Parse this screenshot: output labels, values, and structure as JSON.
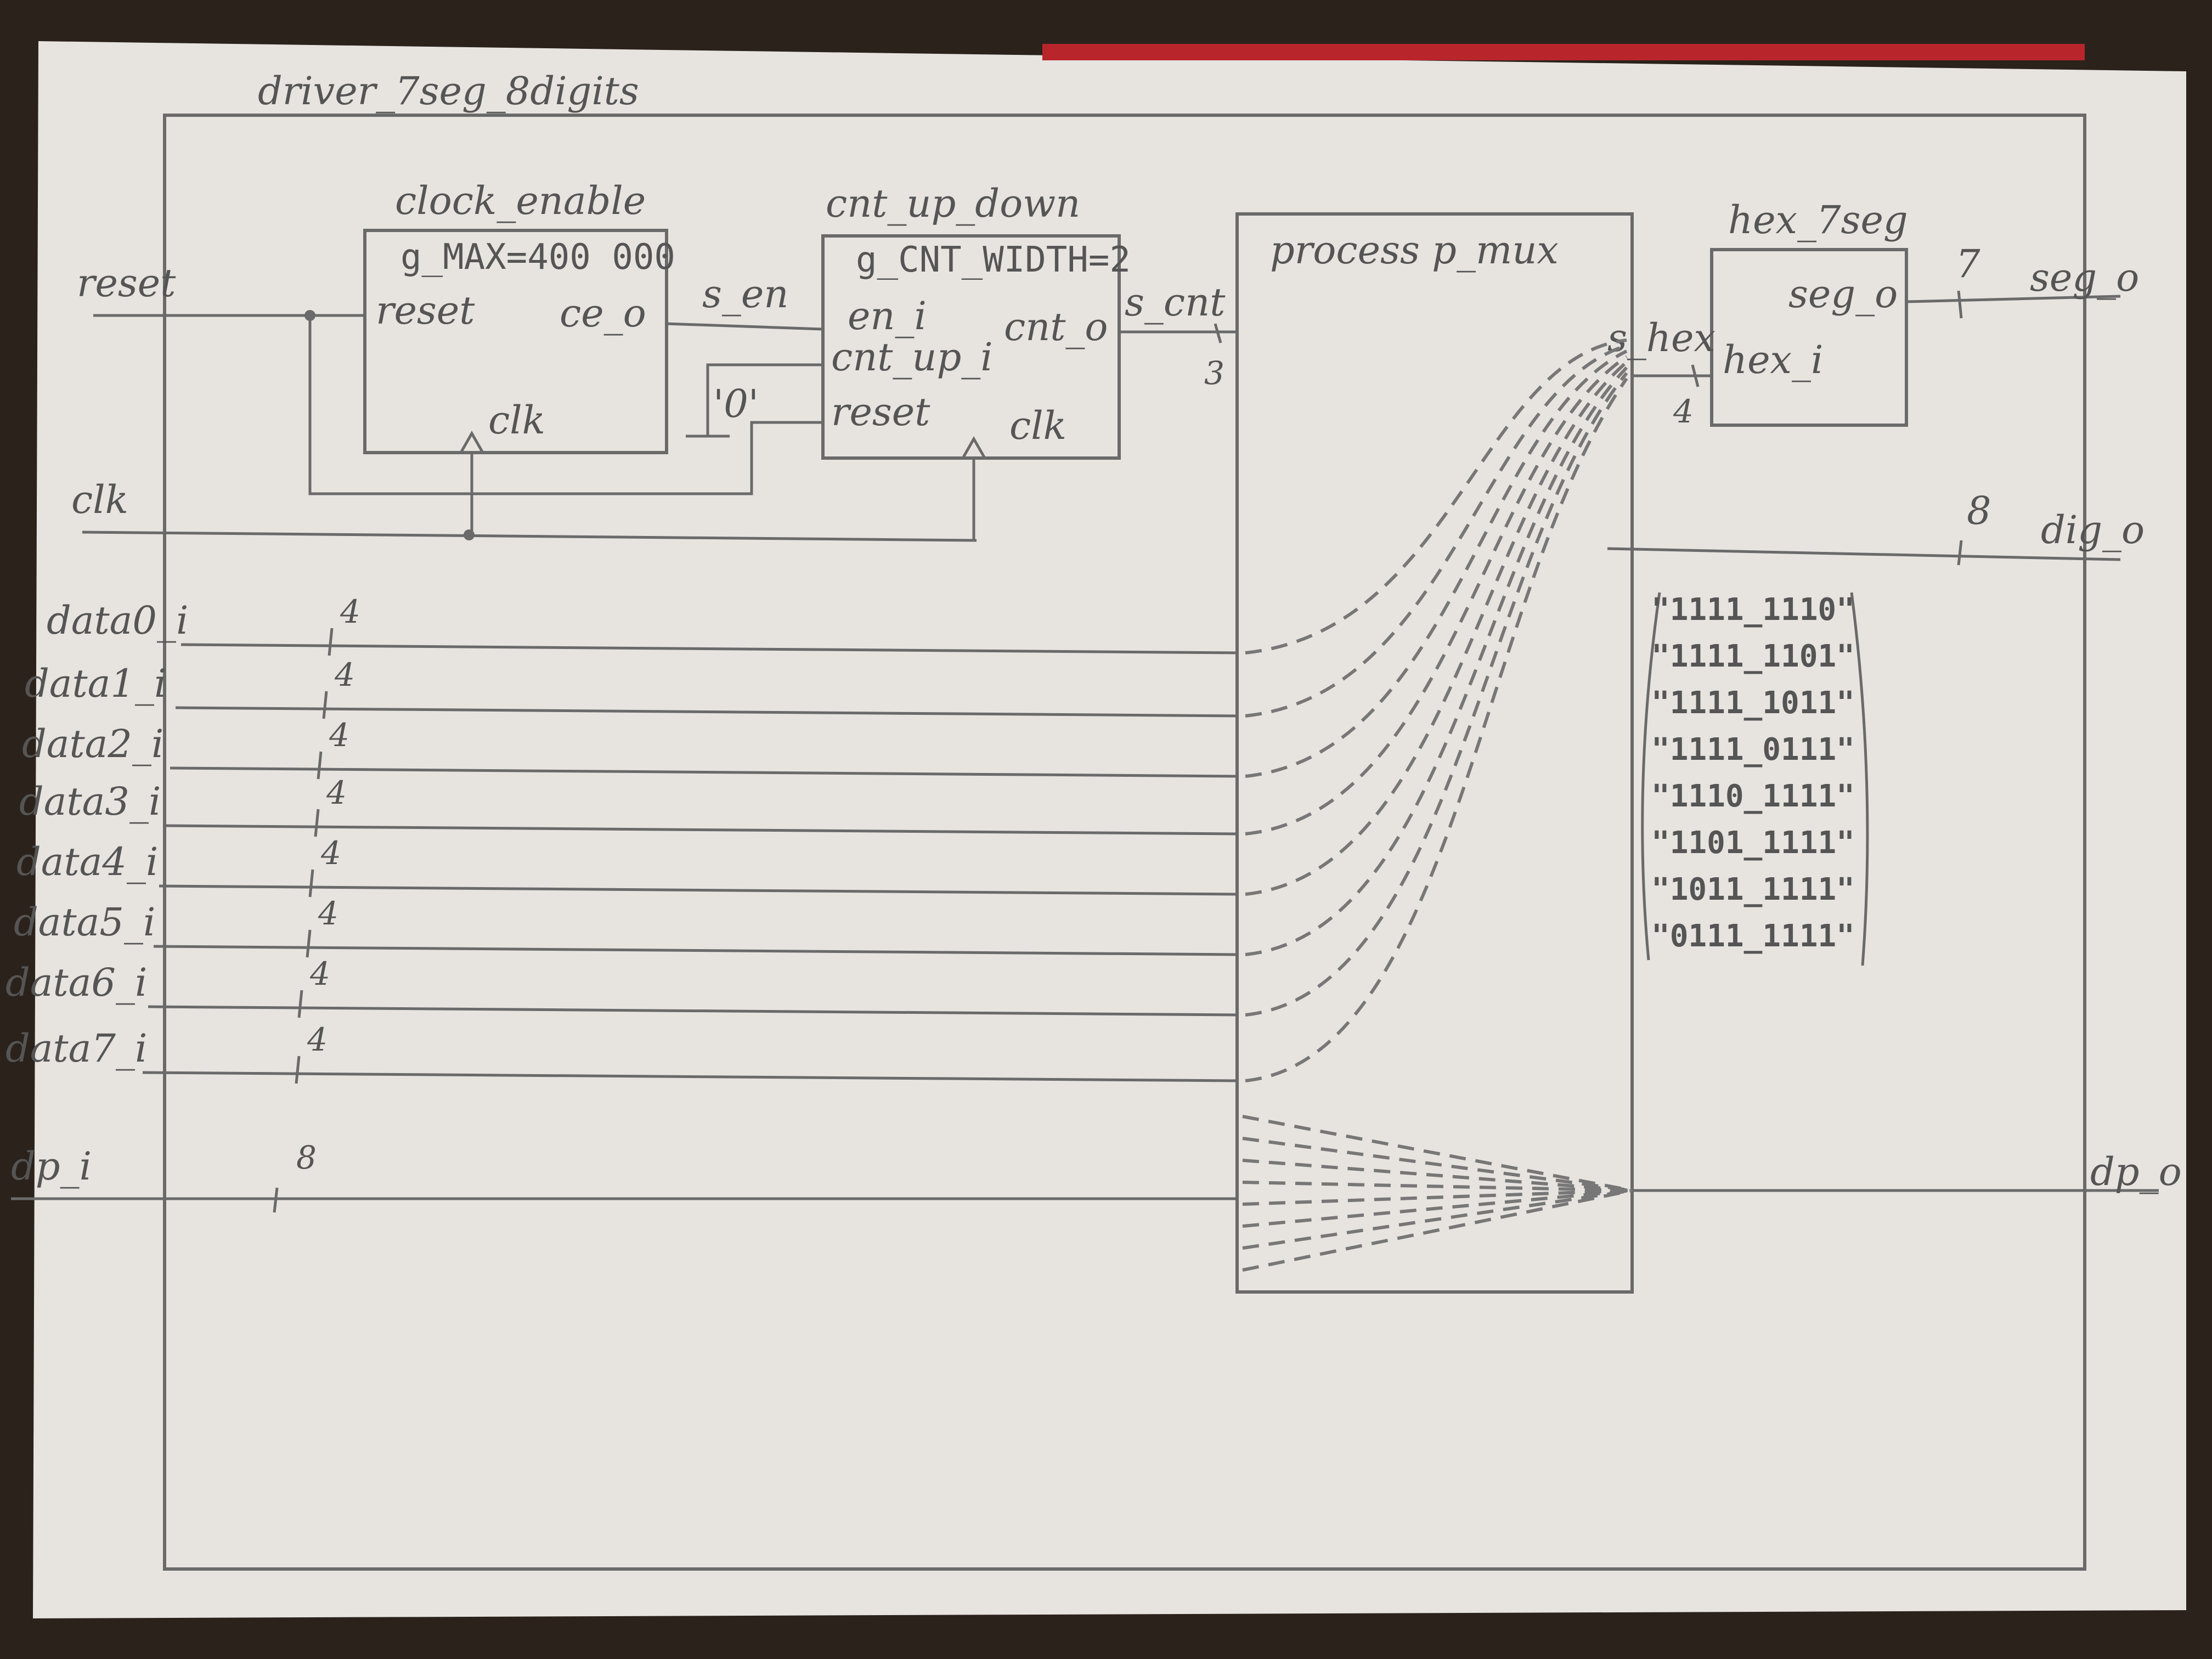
{
  "diagram": {
    "top_entity": "driver_7seg_8digits",
    "blocks": {
      "clock_enable": {
        "name": "clock_enable",
        "generic": "g_MAX=400 000",
        "port_reset": "reset",
        "port_ce": "ce_o",
        "port_clk": "clk"
      },
      "counter": {
        "name": "cnt_up_down",
        "generic": "g_CNT_WIDTH=2",
        "port_en": "en_i",
        "port_dir": "cnt_up_i",
        "port_reset": "reset",
        "port_cnt": "cnt_o",
        "port_clk": "clk"
      },
      "mux": {
        "name": "process p_mux"
      },
      "hex7seg": {
        "name": "hex_7seg",
        "port_in": "hex_i",
        "port_out": "seg_o"
      }
    },
    "signals": {
      "s_en": "s_en",
      "s_cnt": "s_cnt",
      "s_cnt_width": "3",
      "const_zero": "'0'",
      "s_hex": "s_hex",
      "s_hex_width": "4"
    },
    "inputs": {
      "reset": "reset",
      "clk": "clk",
      "data": [
        {
          "label": "data0_i",
          "width": "4"
        },
        {
          "label": "data1_i",
          "width": "4"
        },
        {
          "label": "data2_i",
          "width": "4"
        },
        {
          "label": "data3_i",
          "width": "4"
        },
        {
          "label": "data4_i",
          "width": "4"
        },
        {
          "label": "data5_i",
          "width": "4"
        },
        {
          "label": "data6_i",
          "width": "4"
        },
        {
          "label": "data7_i",
          "width": "4"
        }
      ],
      "dp": {
        "label": "dp_i",
        "width": "8"
      }
    },
    "outputs": {
      "seg": {
        "label": "seg_o",
        "width": "7"
      },
      "dig": {
        "label": "dig_o",
        "width": "8"
      },
      "dp": {
        "label": "dp_o"
      }
    },
    "dig_codes": [
      "\"1111_1110\"",
      "\"1111_1101\"",
      "\"1111_1011\"",
      "\"1111_0111\"",
      "\"1110_1111\"",
      "\"1101_1111\"",
      "\"1011_1111\"",
      "\"0111_1111\""
    ]
  }
}
